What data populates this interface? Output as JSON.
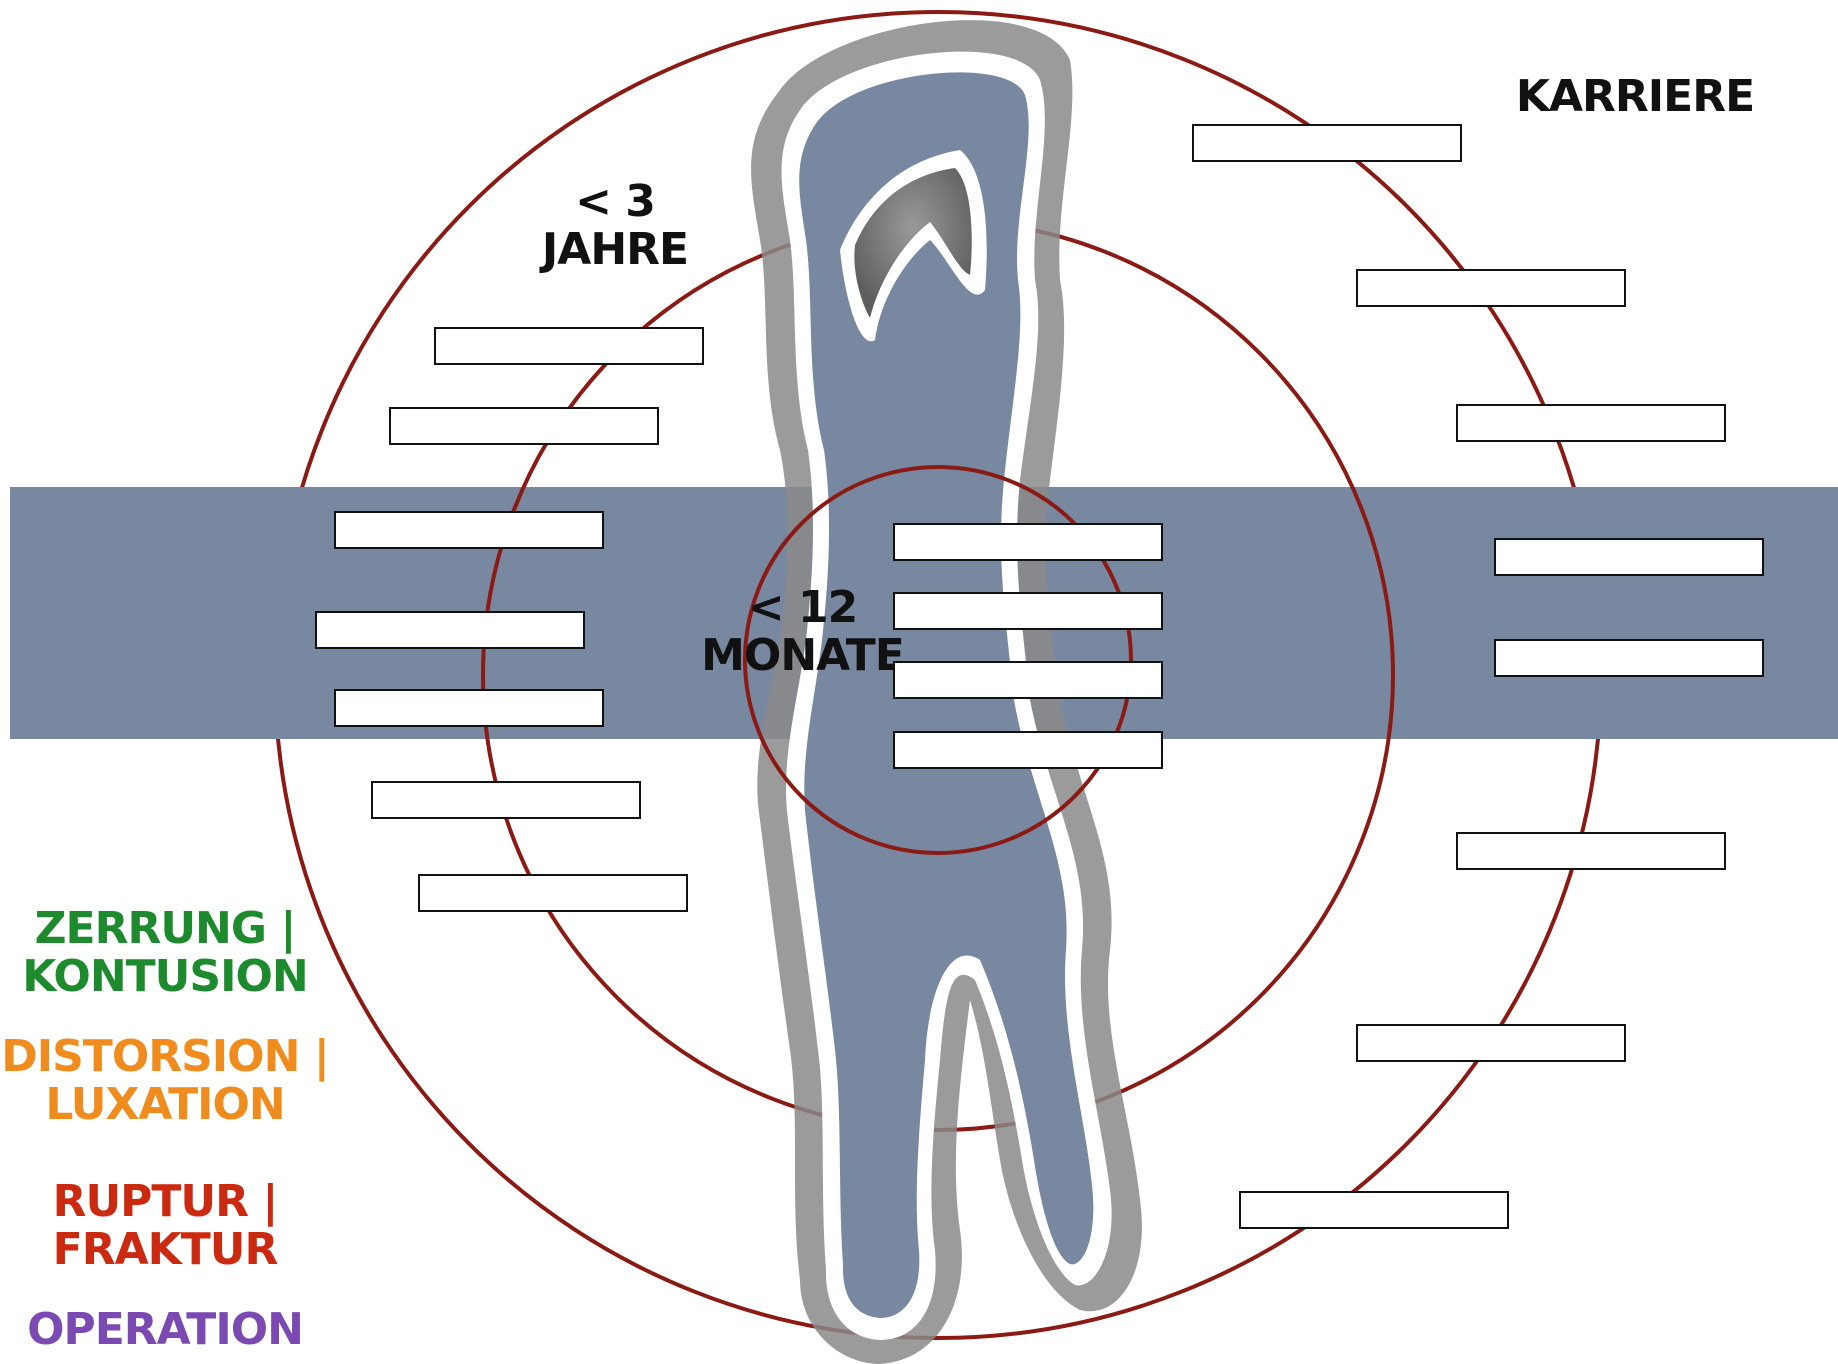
{
  "labels": {
    "inner": [
      "< 12",
      "MONATE"
    ],
    "middle": [
      "< 3",
      "JAHRE"
    ],
    "outer": "KARRIERE"
  },
  "legend": [
    {
      "line1": "ZERRUNG |",
      "line2": "KONTUSION",
      "color": "#1e8a2e"
    },
    {
      "line1": "DISTORSION |",
      "line2": "LUXATION",
      "color": "#f08c1e"
    },
    {
      "line1": "RUPTUR |",
      "line2": "FRAKTUR",
      "color": "#cc2a10"
    },
    {
      "line1": "OPERATION",
      "line2": "",
      "color": "#7a4ab2"
    }
  ],
  "colors": {
    "ring": "#8b1a14",
    "band": "#7888a0",
    "figure": "#7888a0",
    "figure_outline": "#ffffff",
    "figure_shadow": "#8a8a8a"
  }
}
